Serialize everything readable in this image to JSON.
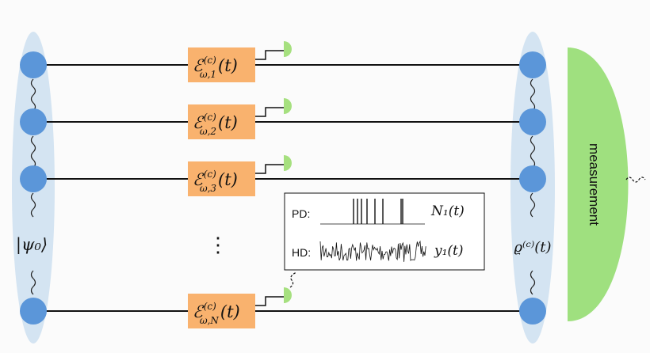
{
  "input_state": "|ψ₀⟩",
  "output_state": "ϱ⁽ᶜ⁾(t)",
  "measurement_label": "measurement",
  "ellipsis": "⋮",
  "channels": [
    {
      "symbol": "ℰ",
      "sup": "(c)",
      "sub": "ω,1",
      "arg": "(t)"
    },
    {
      "symbol": "ℰ",
      "sup": "(c)",
      "sub": "ω,2",
      "arg": "(t)"
    },
    {
      "symbol": "ℰ",
      "sup": "(c)",
      "sub": "ω,3",
      "arg": "(t)"
    },
    {
      "symbol": "ℰ",
      "sup": "(c)",
      "sub": "ω,N",
      "arg": "(t)"
    }
  ],
  "record_box": {
    "pd_label": "PD:",
    "hd_label": "HD:",
    "pd_signal": "N₁(t)",
    "hd_signal": "y₁(t)"
  },
  "colors": {
    "qubit": "#5b96d9",
    "ellipse": "#d4e4f2",
    "channel_box": "#f9b26e",
    "detector": "#a6e07f",
    "measurement": "#9fe07f"
  }
}
